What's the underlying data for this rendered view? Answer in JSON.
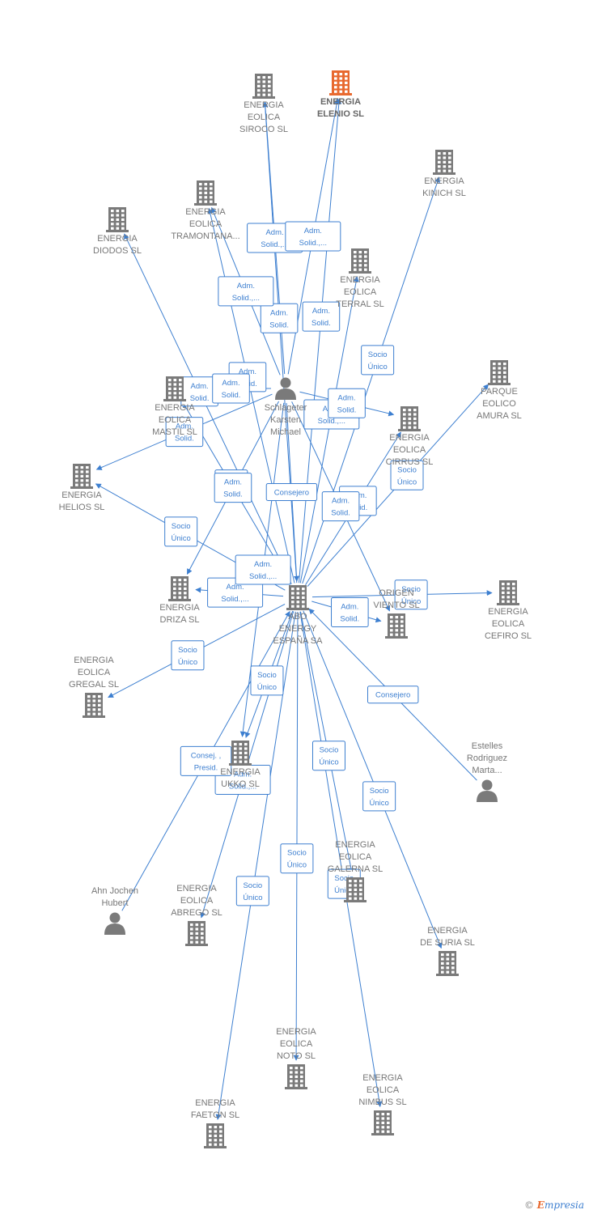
{
  "colors": {
    "edge": "#3d7fd0",
    "node": "#7a7a7a",
    "highlight": "#e8692f"
  },
  "nodes": [
    {
      "id": "siroco",
      "type": "company",
      "lines": [
        "ENERGIA",
        "EOLICA",
        "SIROCO  SL"
      ]
    },
    {
      "id": "elenio",
      "type": "company",
      "highlight": true,
      "lines": [
        "ENERGIA",
        "ELENIO  SL"
      ]
    },
    {
      "id": "kinich",
      "type": "company",
      "lines": [
        "ENERGIA",
        "KINICH  SL"
      ]
    },
    {
      "id": "tramontana",
      "type": "company",
      "lines": [
        "ENERGIA",
        "EOLICA",
        "TRAMONTANA..."
      ]
    },
    {
      "id": "diodos",
      "type": "company",
      "lines": [
        "ENERGIA",
        "DIODOS  SL"
      ]
    },
    {
      "id": "terral",
      "type": "company",
      "lines": [
        "ENERGIA",
        "EOLICA",
        "TERRAL  SL"
      ]
    },
    {
      "id": "amura",
      "type": "company",
      "lines": [
        "PARQUE",
        "EOLICO",
        "AMURA SL"
      ]
    },
    {
      "id": "schlageter",
      "type": "person",
      "lines": [
        "Schlageter",
        "Karsten",
        "Michael"
      ]
    },
    {
      "id": "mastil",
      "type": "company",
      "lines": [
        "ENERGIA",
        "EOLICA",
        "MASTIL SL"
      ]
    },
    {
      "id": "cirrus",
      "type": "company",
      "lines": [
        "ENERGIA",
        "EOLICA",
        "CIRRUS SL"
      ]
    },
    {
      "id": "helios",
      "type": "company",
      "lines": [
        "ENERGIA",
        "HELIOS  SL"
      ]
    },
    {
      "id": "abo",
      "type": "company",
      "lines": [
        "ABO",
        "ENERGY",
        "ESPAÑA SA"
      ]
    },
    {
      "id": "driza",
      "type": "company",
      "lines": [
        "ENERGIA",
        "DRIZA  SL"
      ]
    },
    {
      "id": "cefiro",
      "type": "company",
      "lines": [
        "ENERGIA",
        "EOLICA",
        "CEFIRO  SL"
      ]
    },
    {
      "id": "origen",
      "type": "company",
      "lines": [
        "ORIGEN",
        "VIENTO  SL"
      ]
    },
    {
      "id": "gregal",
      "type": "company",
      "lines": [
        "ENERGIA",
        "EOLICA",
        "GREGAL  SL"
      ]
    },
    {
      "id": "ukko",
      "type": "company",
      "lines": [
        "ENERGIA",
        "UKKO  SL"
      ]
    },
    {
      "id": "estelles",
      "type": "person",
      "lines": [
        "Estelles",
        "Rodriguez",
        "Marta..."
      ]
    },
    {
      "id": "ahn",
      "type": "person",
      "lines": [
        "Ahn Jochen",
        "Hubert"
      ]
    },
    {
      "id": "abrego",
      "type": "company",
      "lines": [
        "ENERGIA",
        "EOLICA",
        "ABREGO  SL"
      ]
    },
    {
      "id": "galerna",
      "type": "company",
      "lines": [
        "ENERGIA",
        "EOLICA",
        "GALERNA  SL"
      ]
    },
    {
      "id": "suria",
      "type": "company",
      "lines": [
        "ENERGIA",
        "DE SURIA  SL"
      ]
    },
    {
      "id": "noto",
      "type": "company",
      "lines": [
        "ENERGIA",
        "EOLICA",
        "NOTO  SL"
      ]
    },
    {
      "id": "faeton",
      "type": "company",
      "lines": [
        "ENERGIA",
        "FAETON  SL"
      ]
    },
    {
      "id": "nimbus",
      "type": "company",
      "lines": [
        "ENERGIA",
        "EOLICA",
        "NIMBUS SL"
      ]
    }
  ],
  "edges": [
    {
      "from": "abo",
      "to": "siroco",
      "label": [
        "Adm.",
        "Solid."
      ]
    },
    {
      "from": "abo",
      "to": "elenio",
      "label": [
        "Adm.",
        "Solid."
      ]
    },
    {
      "from": "abo",
      "to": "tramontana",
      "label": [
        "Adm.",
        "Solid."
      ]
    },
    {
      "from": "abo",
      "to": "kinich",
      "label": [
        "Socio",
        "Único"
      ]
    },
    {
      "from": "abo",
      "to": "diodos",
      "label": [
        "Adm.",
        "Solid."
      ]
    },
    {
      "from": "abo",
      "to": "terral",
      "label": [
        "Adm.",
        "Solid.,..."
      ]
    },
    {
      "from": "abo",
      "to": "mastil",
      "label": [
        "Socio",
        "Único"
      ]
    },
    {
      "from": "abo",
      "to": "cirrus",
      "label": [
        "Adm.",
        "Solid."
      ]
    },
    {
      "from": "abo",
      "to": "amura",
      "label": [
        "Socio",
        "Único"
      ]
    },
    {
      "from": "abo",
      "to": "helios",
      "label": [
        "Socio",
        "Único"
      ]
    },
    {
      "from": "abo",
      "to": "driza",
      "label": [
        "Adm.",
        "Solid.,..."
      ]
    },
    {
      "from": "abo",
      "to": "cefiro",
      "label": [
        "Socio",
        "Único"
      ]
    },
    {
      "from": "abo",
      "to": "origen",
      "label": [
        "Adm.",
        "Solid."
      ]
    },
    {
      "from": "abo",
      "to": "gregal",
      "label": [
        "Socio",
        "Único"
      ]
    },
    {
      "from": "abo",
      "to": "ukko",
      "label": [
        "Socio",
        "Único"
      ]
    },
    {
      "from": "abo",
      "to": "abrego",
      "label": [
        "Adm.",
        "Solid.,..."
      ]
    },
    {
      "from": "abo",
      "to": "galerna",
      "label": [
        "Socio",
        "Único"
      ]
    },
    {
      "from": "abo",
      "to": "suria",
      "label": [
        "Socio",
        "Único"
      ]
    },
    {
      "from": "abo",
      "to": "noto",
      "label": [
        "Socio",
        "Único"
      ]
    },
    {
      "from": "abo",
      "to": "faeton",
      "label": [
        "Socio",
        "Único"
      ]
    },
    {
      "from": "abo",
      "to": "nimbus",
      "label": [
        "Socio",
        "Único"
      ]
    },
    {
      "from": "schlageter",
      "to": "siroco",
      "label": [
        "Adm.",
        "Solid.,..."
      ]
    },
    {
      "from": "schlageter",
      "to": "elenio",
      "label": [
        "Adm.",
        "Solid.,..."
      ]
    },
    {
      "from": "schlageter",
      "to": "tramontana",
      "label": [
        "Adm.",
        "Solid.,..."
      ]
    },
    {
      "from": "schlageter",
      "to": "mastil",
      "label": [
        "Adm.",
        "Solid."
      ]
    },
    {
      "from": "schlageter",
      "to": "cirrus",
      "label": [
        "Adm.",
        "Solid."
      ]
    },
    {
      "from": "schlageter",
      "to": "abo",
      "label": [
        "Consejero"
      ]
    },
    {
      "from": "schlageter",
      "to": "helios",
      "label": [
        "Adm.",
        "Solid."
      ]
    },
    {
      "from": "schlageter",
      "to": "driza",
      "label": [
        "Adm.",
        "Solid."
      ]
    },
    {
      "from": "schlageter",
      "to": "origen",
      "label": [
        "Adm.",
        "Solid."
      ]
    },
    {
      "from": "schlageter",
      "to": "ukko",
      "label": [
        "Adm.",
        "Solid.,..."
      ]
    },
    {
      "from": "estelles",
      "to": "abo",
      "label": [
        "Consejero"
      ]
    },
    {
      "from": "ahn",
      "to": "abo",
      "label": [
        "Consej. ,",
        "Presid."
      ]
    }
  ],
  "footer": {
    "copyright": "©",
    "brand_e": "E",
    "brand_rest": "mpresia"
  }
}
